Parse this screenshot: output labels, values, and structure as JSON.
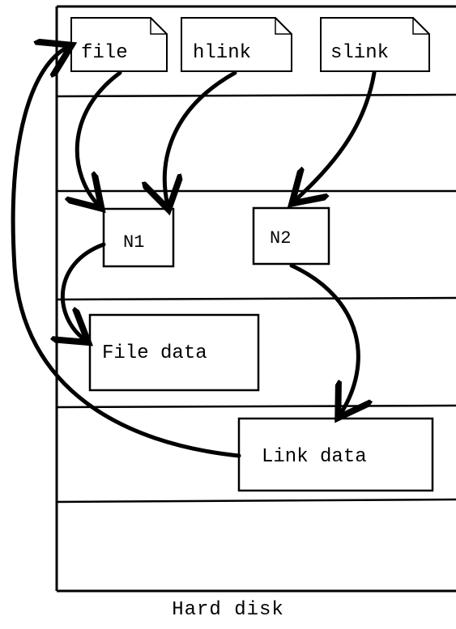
{
  "caption": "Hard disk",
  "files": {
    "file": "file",
    "hlink": "hlink",
    "slink": "slink"
  },
  "inodes": {
    "n1": "N1",
    "n2": "N2"
  },
  "blocks": {
    "file_data": "File data",
    "link_data": "Link data"
  },
  "colors": {
    "stroke": "#000000",
    "background": "#ffffff"
  }
}
